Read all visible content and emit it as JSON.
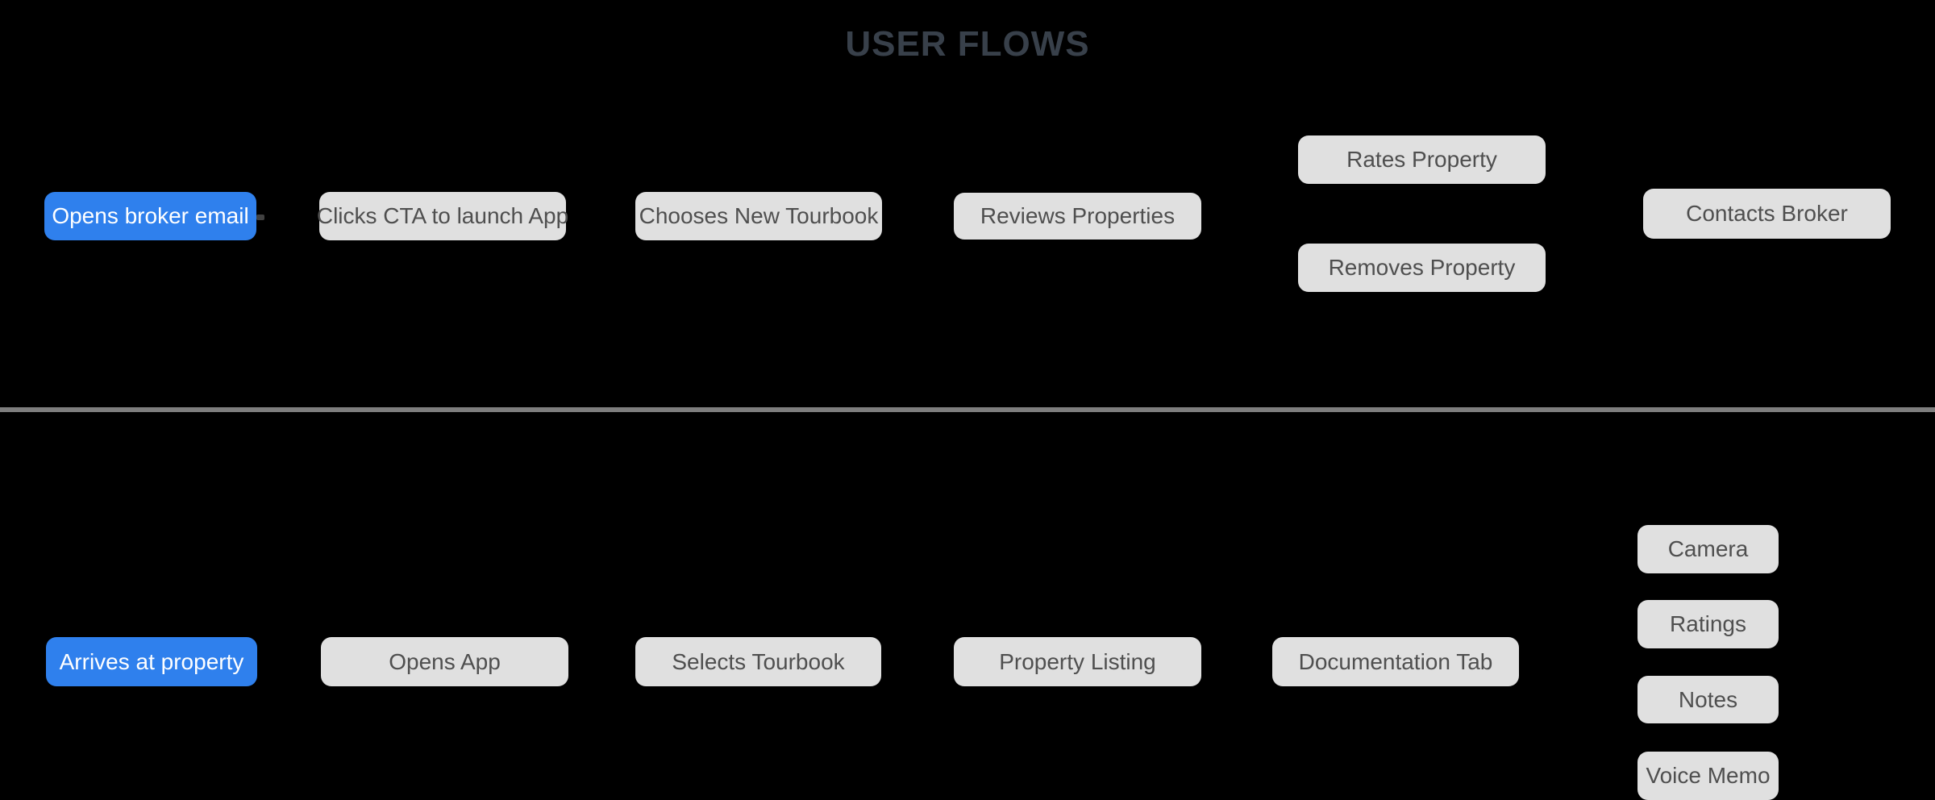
{
  "title": "USER FLOWS",
  "colors": {
    "background": "#000000",
    "start_node_blue": "#2F80ED",
    "start_node_text": "#FFFFFF",
    "step_node_gray": "#E0E0E0",
    "step_node_text": "#4F4F4F",
    "title_text": "#38404A",
    "divider_gray": "#7E7E7E",
    "connector_stub": "#414141"
  },
  "flows": [
    {
      "name": "broker-email-flow",
      "nodes": [
        {
          "label": "Opens broker email",
          "type": "start"
        },
        {
          "label": "Clicks CTA to launch App",
          "type": "step"
        },
        {
          "label": "Chooses New Tourbook",
          "type": "step"
        },
        {
          "label": "Reviews Properties",
          "type": "step"
        },
        {
          "label": "Rates Property",
          "type": "branch"
        },
        {
          "label": "Removes Property",
          "type": "branch"
        },
        {
          "label": "Contacts Broker",
          "type": "step"
        }
      ]
    },
    {
      "name": "at-property-flow",
      "nodes": [
        {
          "label": "Arrives at property",
          "type": "start"
        },
        {
          "label": "Opens App",
          "type": "step"
        },
        {
          "label": "Selects Tourbook",
          "type": "step"
        },
        {
          "label": "Property Listing",
          "type": "step"
        },
        {
          "label": "Documentation Tab",
          "type": "step"
        },
        {
          "label": "Camera",
          "type": "branch"
        },
        {
          "label": "Ratings",
          "type": "branch"
        },
        {
          "label": "Notes",
          "type": "branch"
        },
        {
          "label": "Voice Memo",
          "type": "branch"
        }
      ]
    }
  ]
}
